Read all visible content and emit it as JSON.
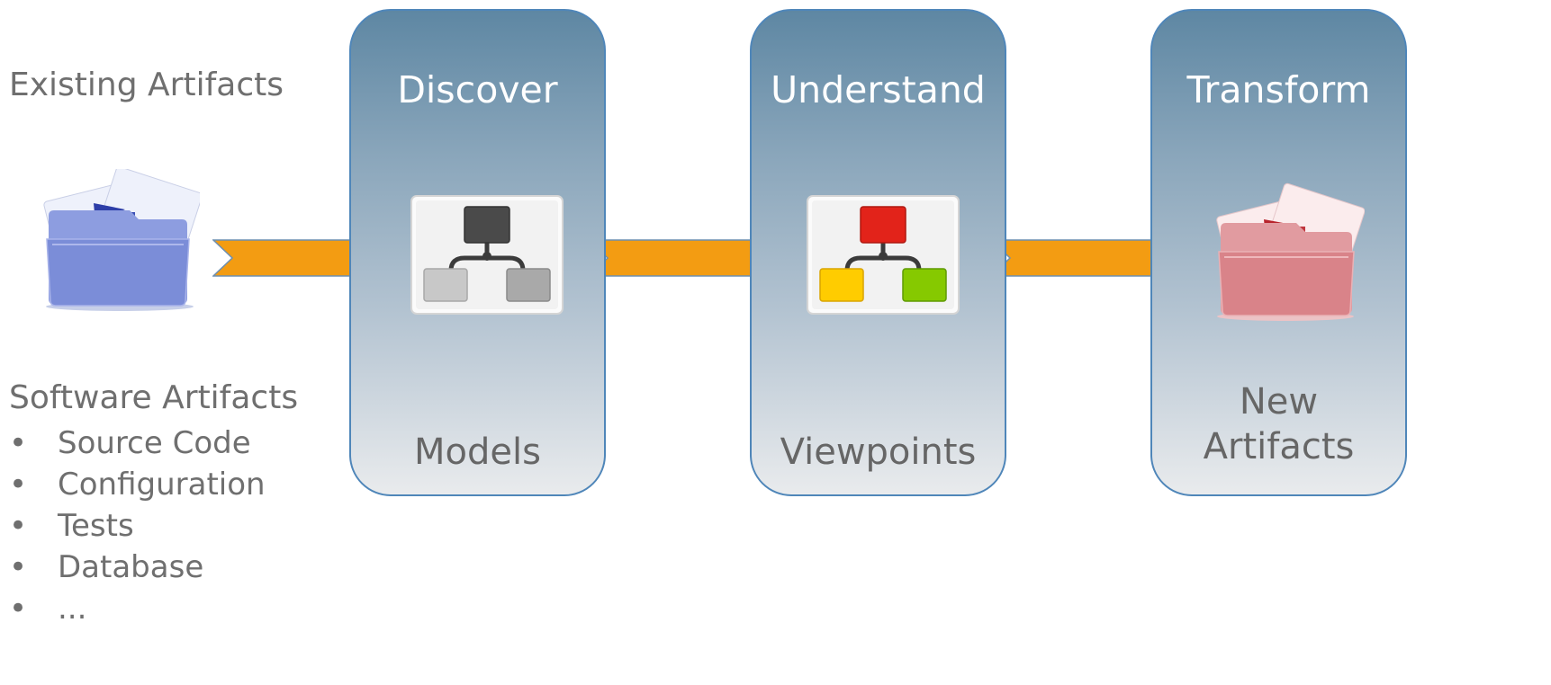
{
  "left": {
    "title": "Existing Artifacts",
    "folder_icon": "blue-folder-icon"
  },
  "phases": [
    {
      "title": "Discover",
      "output": "Models",
      "icon": "gray-hierarchy-icon"
    },
    {
      "title": "Understand",
      "output": "Viewpoints",
      "icon": "colored-hierarchy-icon"
    },
    {
      "title": "Transform",
      "output_line1": "New",
      "output_line2": "Artifacts",
      "icon": "red-folder-icon"
    }
  ],
  "artifacts": {
    "title": "Software Artifacts",
    "bullet": "•",
    "items": [
      "Source Code",
      "Configuration",
      "Tests",
      "Database",
      "..."
    ]
  },
  "colors": {
    "arrow": "#f39c12",
    "phase_border": "#4f86b9",
    "blue_folder": "#7f92d6",
    "red_folder": "#d97f86",
    "hierarchy_top_dark": "#555555",
    "hierarchy_gray_child": "#bdbdbd",
    "hierarchy_red": "#e2231a",
    "hierarchy_yellow": "#ffcc00",
    "hierarchy_green": "#86c900"
  }
}
